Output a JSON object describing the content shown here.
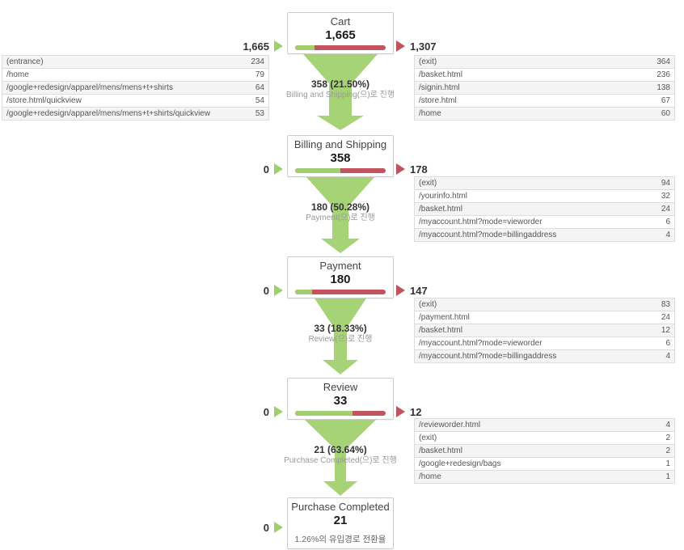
{
  "chart_data": {
    "type": "funnel",
    "title": "Goal Flow funnel (Google Analytics)",
    "colors": {
      "green": "#a2ce71",
      "green_arrow": "#a7d377",
      "red": "#c2545f",
      "red_arrow": "#c0545e"
    },
    "stages": [
      {
        "title": "Cart",
        "value": "1,665",
        "entry": "1,665",
        "exit": "1,307",
        "continue_pct": 21.5,
        "transition": {
          "label": "358 (21.50%)",
          "sublabel": "Billing and Shipping(으)로 진행"
        },
        "entrance_table": {
          "rows": [
            [
              "(entrance)",
              "234"
            ],
            [
              "/home",
              "79"
            ],
            [
              "/google+redesign/apparel/mens/mens+t+shirts",
              "64"
            ],
            [
              "/store.html/quickview",
              "54"
            ],
            [
              "/google+redesign/apparel/mens/mens+t+shirts/quickview",
              "53"
            ]
          ]
        },
        "exit_table": {
          "rows": [
            [
              "(exit)",
              "364"
            ],
            [
              "/basket.html",
              "236"
            ],
            [
              "/signin.html",
              "138"
            ],
            [
              "/store.html",
              "67"
            ],
            [
              "/home",
              "60"
            ]
          ]
        }
      },
      {
        "title": "Billing and Shipping",
        "value": "358",
        "entry": "0",
        "exit": "178",
        "continue_pct": 50.28,
        "transition": {
          "label": "180 (50.28%)",
          "sublabel": "Payment(으)로 진행"
        },
        "exit_table": {
          "rows": [
            [
              "(exit)",
              "94"
            ],
            [
              "/yourinfo.html",
              "32"
            ],
            [
              "/basket.html",
              "24"
            ],
            [
              "/myaccount.html?mode=vieworder",
              "6"
            ],
            [
              "/myaccount.html?mode=billingaddress",
              "4"
            ]
          ]
        }
      },
      {
        "title": "Payment",
        "value": "180",
        "entry": "0",
        "exit": "147",
        "continue_pct": 18.33,
        "transition": {
          "label": "33 (18.33%)",
          "sublabel": "Review(으)로 진행"
        },
        "exit_table": {
          "rows": [
            [
              "(exit)",
              "83"
            ],
            [
              "/payment.html",
              "24"
            ],
            [
              "/basket.html",
              "12"
            ],
            [
              "/myaccount.html?mode=vieworder",
              "6"
            ],
            [
              "/myaccount.html?mode=billingaddress",
              "4"
            ]
          ]
        }
      },
      {
        "title": "Review",
        "value": "33",
        "entry": "0",
        "exit": "12",
        "continue_pct": 63.64,
        "transition": {
          "label": "21 (63.64%)",
          "sublabel": "Purchase Completed(으)로 진행"
        },
        "exit_table": {
          "rows": [
            [
              "/revieworder.html",
              "4"
            ],
            [
              "(exit)",
              "2"
            ],
            [
              "/basket.html",
              "2"
            ],
            [
              "/google+redesign/bags",
              "1"
            ],
            [
              "/home",
              "1"
            ]
          ]
        }
      },
      {
        "title": "Purchase Completed",
        "value": "21",
        "entry": "0",
        "note": "1.26%의 유입경로 전환율"
      }
    ]
  }
}
